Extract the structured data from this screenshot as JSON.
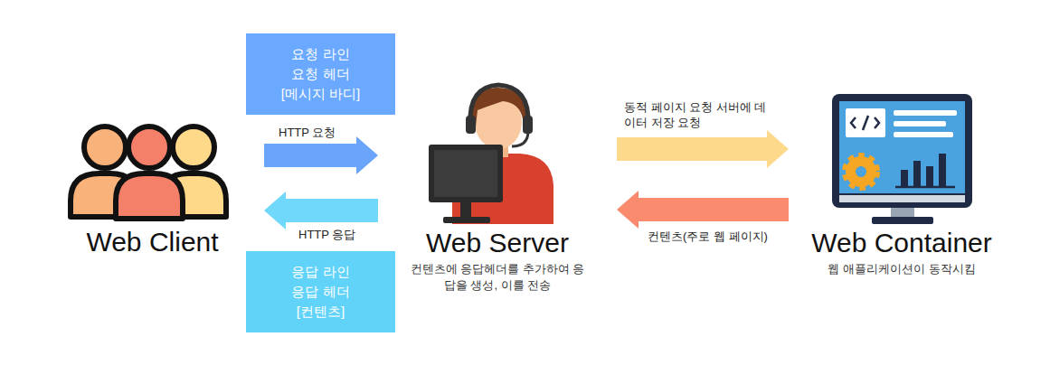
{
  "diagram": {
    "nodes": [
      {
        "text": [
          "요청 라인",
          "요청 헤더",
          "[메시지 바디]"
        ]
      },
      {
        "text": [
          "Web Client"
        ]
      },
      {
        "text": [
          "Web Server",
          "컨텐츠에 응답헤더를 추가하여 응답을 생성, 이를 전송"
        ]
      },
      {
        "text": [
          "Web Container",
          "웹 애플리케이션이 동작시킴"
        ]
      },
      {
        "text": [
          "응답 라인",
          "응답 헤더",
          "[컨텐츠]"
        ]
      }
    ],
    "edges": [
      {
        "from": 1,
        "to": 2,
        "label": "HTTP 요청",
        "arrow": "to"
      },
      {
        "from": 2,
        "to": 1,
        "label": "HTTP 응답",
        "arrow": "to"
      },
      {
        "from": 2,
        "to": 3,
        "label": "동적 페이지 요청 서버에 데이터 저장 요청",
        "arrow": "to"
      },
      {
        "from": 3,
        "to": 2,
        "label": "컨텐츠(주로 웹 페이지)",
        "arrow": "to"
      }
    ]
  }
}
